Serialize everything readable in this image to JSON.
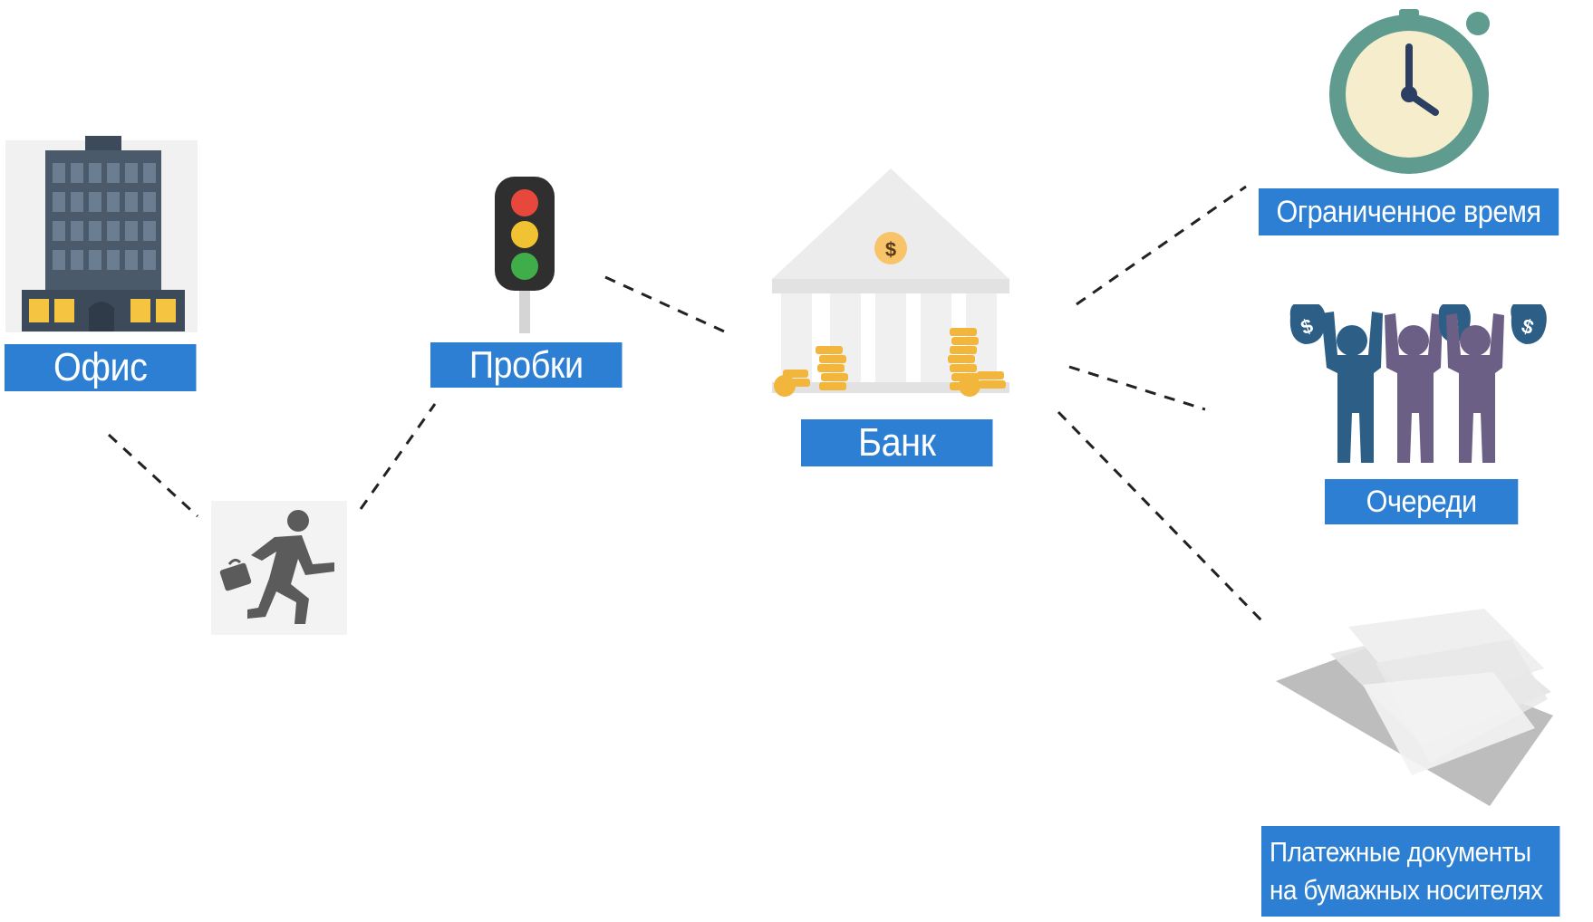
{
  "nodes": {
    "office": {
      "label": "Офис"
    },
    "traffic": {
      "label": "Пробки"
    },
    "bank": {
      "label": "Банк"
    },
    "time": {
      "label": "Ограниченное время"
    },
    "queues": {
      "label": "Очереди"
    },
    "documents": {
      "line1": "Платежные документы",
      "line2": "на бумажных носителях"
    }
  },
  "icons": {
    "office": "office-building-icon",
    "runner": "running-businessman-icon",
    "traffic": "traffic-light-icon",
    "bank": "bank-building-icon",
    "time": "stopwatch-icon",
    "queues": "people-with-money-bags-icon",
    "documents": "paper-documents-icon"
  },
  "colors": {
    "label_bg": "#2d7fd3",
    "label_text": "#ffffff",
    "connector": "#222222"
  }
}
